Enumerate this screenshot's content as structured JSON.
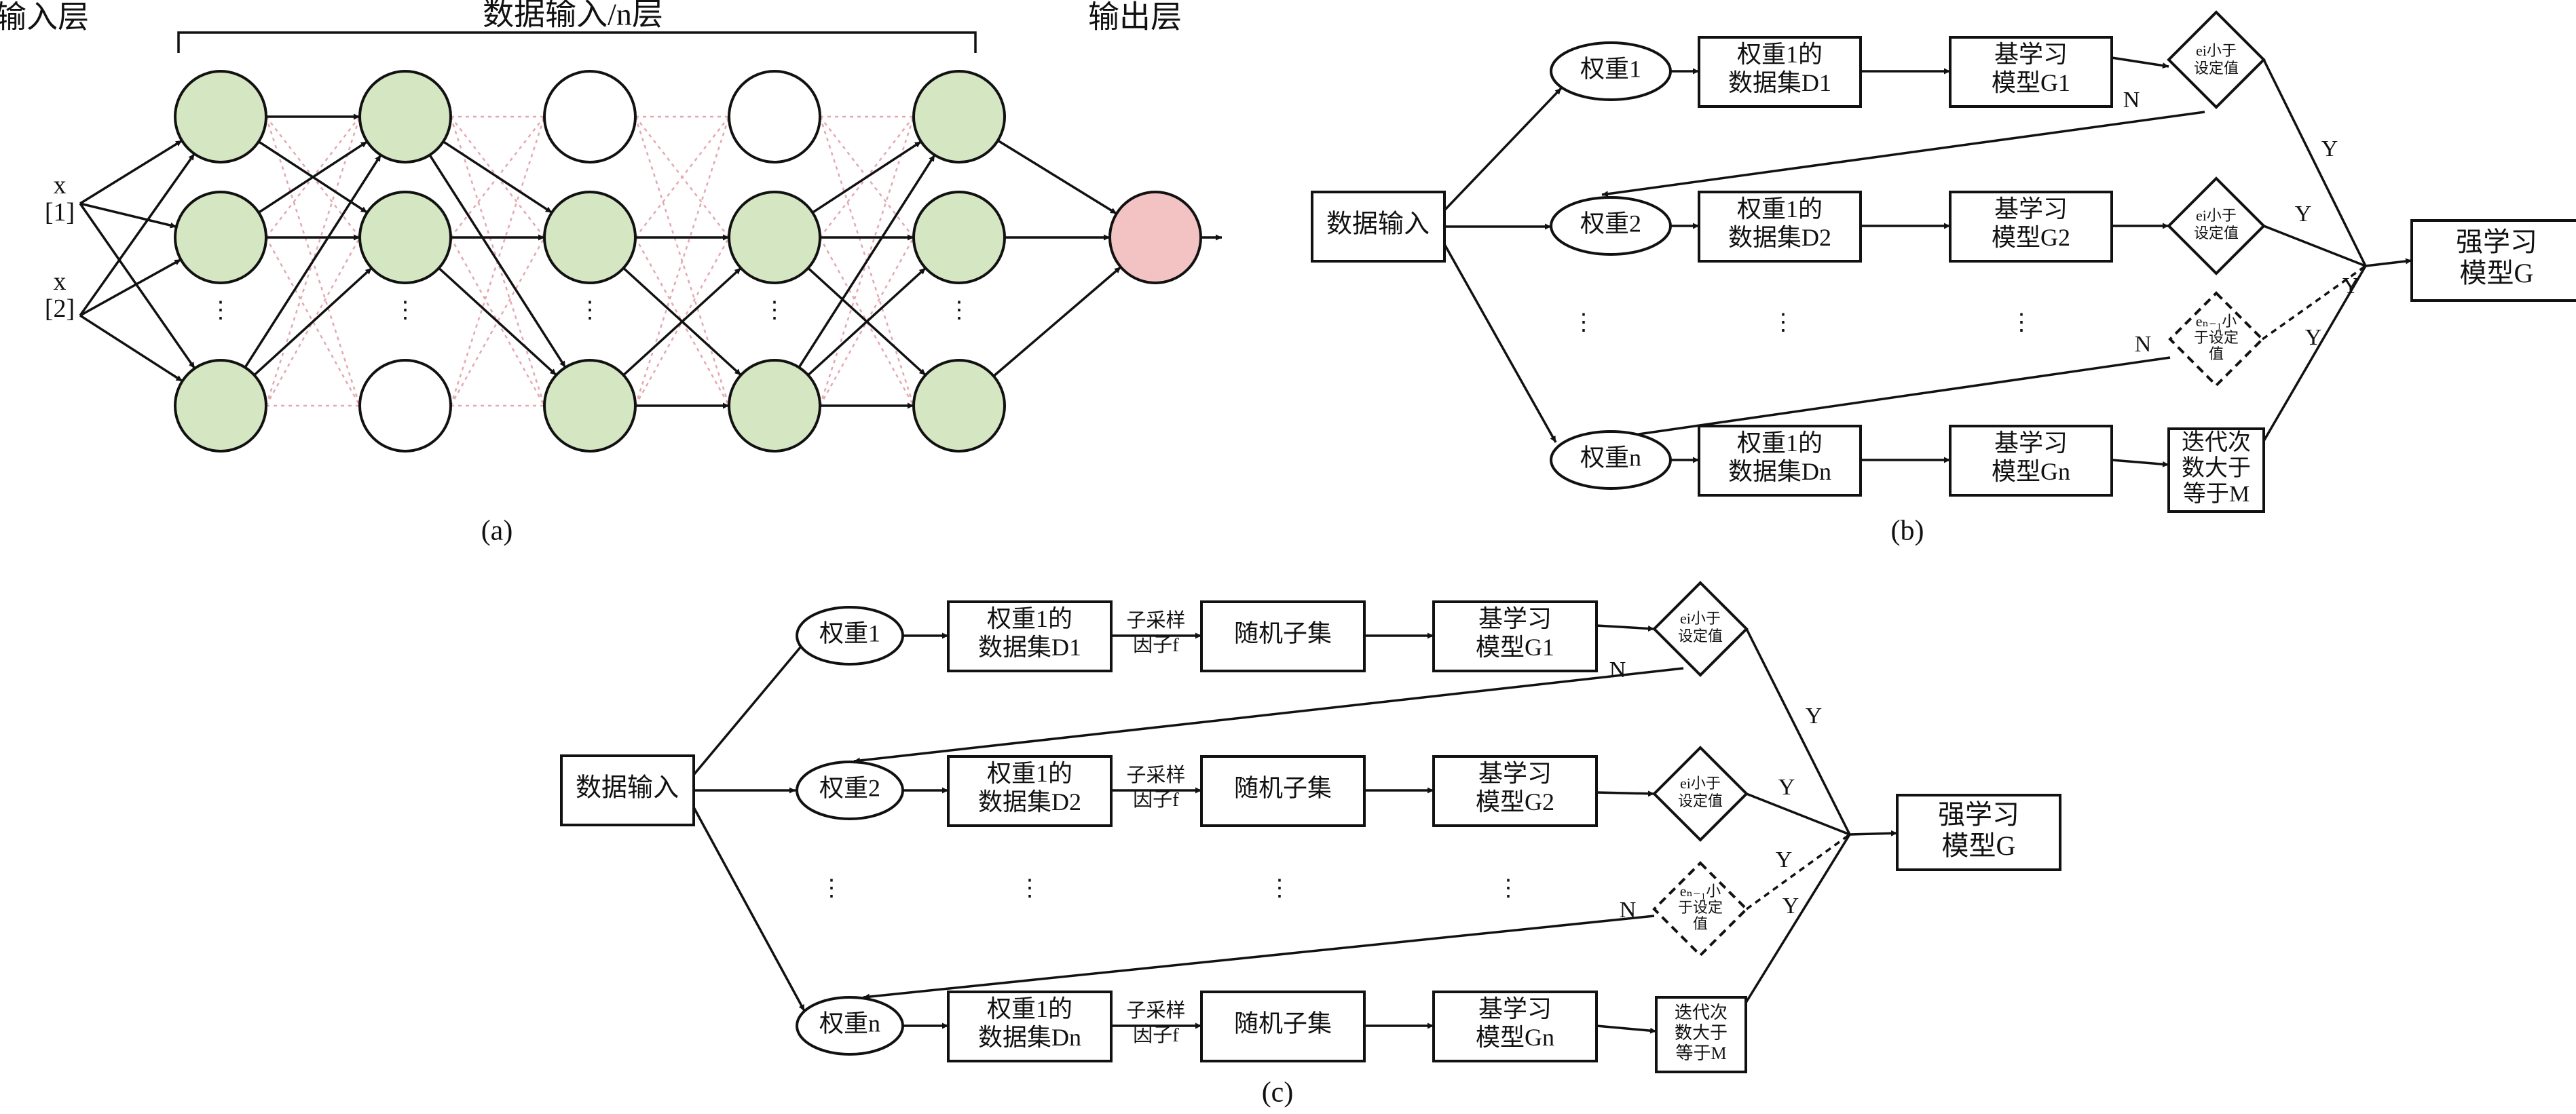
{
  "panel_a": {
    "label": "(a)",
    "input_layer_title": "输入层",
    "hidden_title": "数据输入/n层",
    "output_layer_title": "输出层",
    "input_x1": "x\n[1]",
    "input_x2": "x\n[2]",
    "dots": "⋮",
    "colors": {
      "active": "#d5e6c3",
      "output": "#f3c2c2",
      "inactive": "#ffffff",
      "dropped_link": "#e5a8b0"
    }
  },
  "panel_b": {
    "label": "(b)",
    "input": "数据输入",
    "weights": [
      "权重1",
      "权重2",
      "权重n"
    ],
    "datasets": [
      "权重1的\n数据集D1",
      "权重1的\n数据集D2",
      "权重1的\n数据集Dn"
    ],
    "models": [
      "基学习\n模型G1",
      "基学习\n模型G2",
      "基学习\n模型Gn"
    ],
    "decision": "ei小于\n设定值",
    "decision_dashed": "eₙ₋₁小\n于设定\n值",
    "iteration": "迭代次\n数大于\n等于M",
    "strong": "强学习\n模型G",
    "yes": "Y",
    "no": "N",
    "dots": "⋮"
  },
  "panel_c": {
    "label": "(c)",
    "input": "数据输入",
    "weights": [
      "权重1",
      "权重2",
      "权重n"
    ],
    "datasets": [
      "权重1的\n数据集D1",
      "权重1的\n数据集D2",
      "权重1的\n数据集Dn"
    ],
    "subsample": "子采样\n因子f",
    "random_subset": "随机子集",
    "models": [
      "基学习\n模型G1",
      "基学习\n模型G2",
      "基学习\n模型Gn"
    ],
    "decision": "ei小于\n设定值",
    "decision_dashed": "eₙ₋₁小\n于设定\n值",
    "iteration": "迭代次\n数大于\n等于M",
    "strong": "强学习\n模型G",
    "yes": "Y",
    "no": "N",
    "dots": "⋮"
  }
}
